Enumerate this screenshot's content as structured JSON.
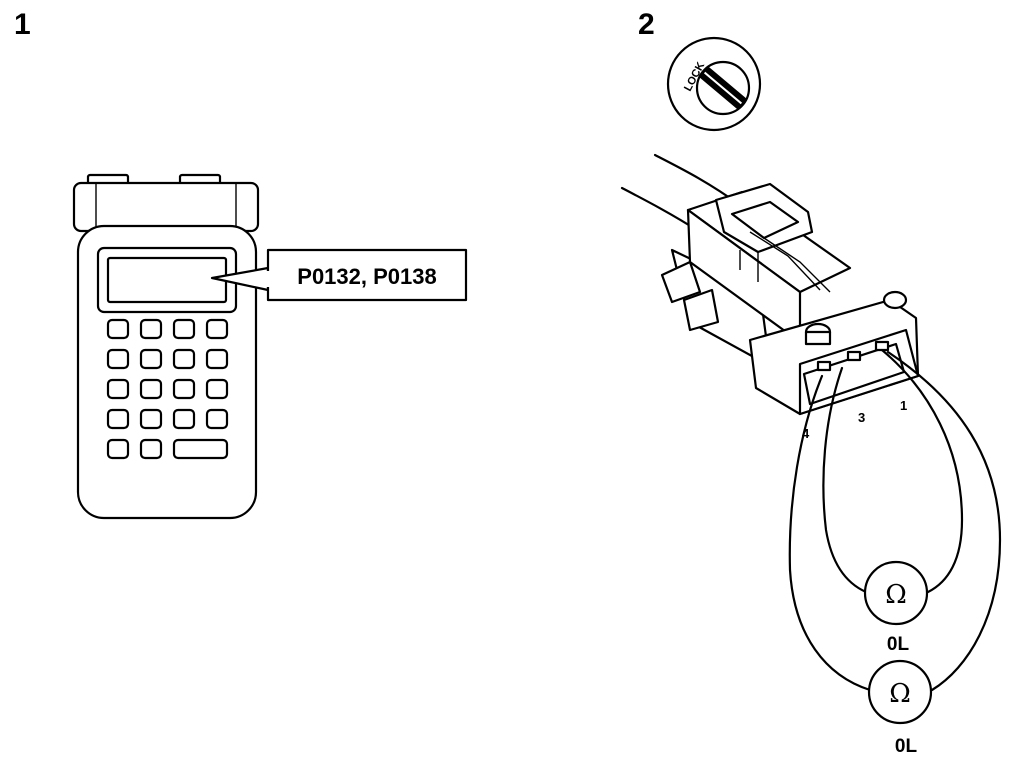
{
  "steps": {
    "step1_label": "1",
    "step2_label": "2"
  },
  "scan_tool": {
    "dtc_callout": "P0132, P0138"
  },
  "ignition": {
    "lock_label": "LOCK"
  },
  "connector": {
    "pins": [
      "4",
      "3",
      "1"
    ]
  },
  "meters": [
    {
      "symbol": "Ω",
      "reading": "0L"
    },
    {
      "symbol": "Ω",
      "reading": "0L"
    }
  ]
}
